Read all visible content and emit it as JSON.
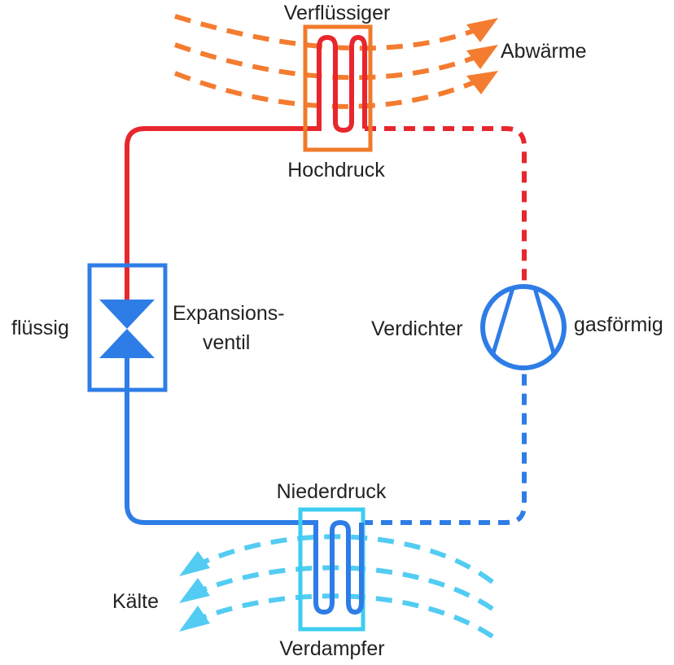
{
  "labels": {
    "condenser": "Verflüssiger",
    "waste_heat": "Abwärme",
    "high_pressure": "Hochdruck",
    "liquid": "flüssig",
    "expansion_line1": "Expansions-",
    "expansion_line2": "ventil",
    "compressor": "Verdichter",
    "gaseous": "gasförmig",
    "low_pressure": "Niederdruck",
    "cold": "Kälte",
    "evaporator": "Verdampfer"
  },
  "colors": {
    "hot_line": "#e8262d",
    "cold_line": "#2e7de6",
    "condenser_box": "#f07a2a",
    "heat_arrows": "#f47c30",
    "evaporator_box": "#3ccdf0",
    "cold_arrows": "#52ccf2",
    "text": "#222222"
  }
}
